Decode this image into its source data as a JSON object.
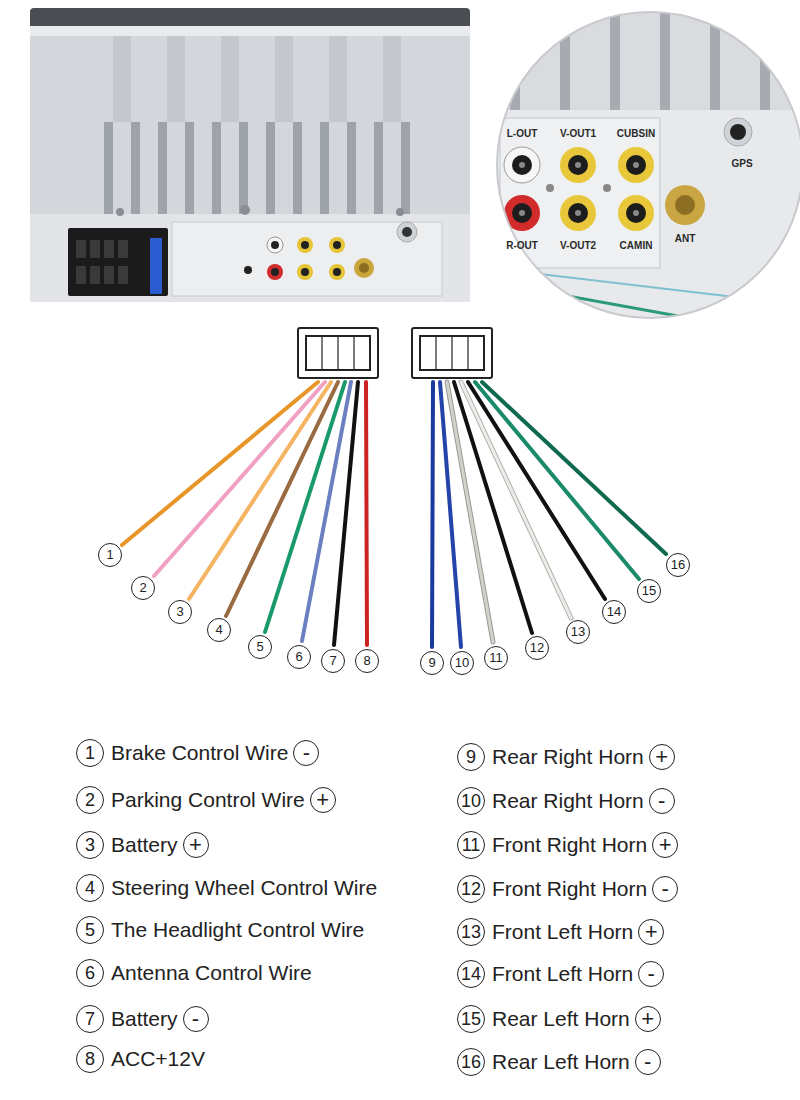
{
  "diagram": {
    "labels": [
      "L-OUT",
      "V-OUT1",
      "CUBSIN",
      "R-OUT",
      "V-OUT2",
      "CAMIN",
      "ANT",
      "GPS",
      "1",
      "2",
      "3",
      "4",
      "5",
      "6",
      "7",
      "8",
      "9",
      "10",
      "11",
      "12",
      "13",
      "14",
      "15",
      "16",
      "1",
      "Brake Control Wire",
      "-",
      "2",
      "Parking Control Wire",
      "+",
      "3",
      "Battery",
      "+",
      "4",
      "Steering Wheel Control Wire",
      "5",
      "The Headlight Control Wire",
      "6",
      "Antenna Control Wire",
      "7",
      "Battery",
      "-",
      "8",
      "ACC+12V",
      "9",
      "Rear Right Horn",
      "+",
      "10",
      "Rear Right Horn",
      "-",
      "11",
      "Front Right Horn",
      "+",
      "12",
      "Front Right Horn",
      "-",
      "13",
      "Front Left Horn",
      "+",
      "14",
      "Front Left Horn",
      "-",
      "15",
      "Rear Left Horn",
      "+",
      "16",
      "Rear Left Horn",
      "-"
    ]
  }
}
